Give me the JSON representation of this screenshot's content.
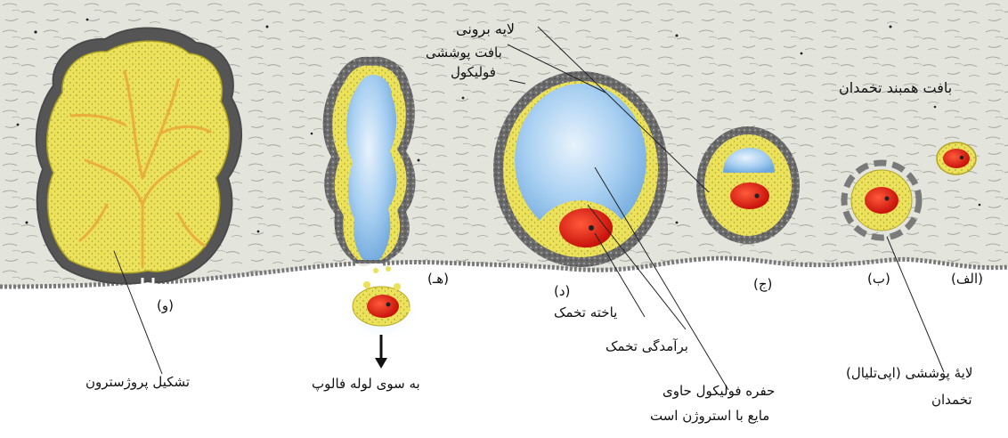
{
  "labels": {
    "outer_layer": "لایه برونی",
    "follicle_cover": "بافت پوششی",
    "follicle": "فولیکول",
    "connective_tissue": "بافت همبند تخمدان",
    "oocyte": "یاخته تخمک",
    "oocyte_mound": "برآمدگی تخمک",
    "follicle_cavity_line1": "حفره فولیکول حاوی",
    "follicle_cavity_line2": "مایع با استروژن است",
    "epithelium_line1": "لایهٔ پوششی (اپی‌تلیال)",
    "epithelium_line2": "تخمدان",
    "to_fallopian": "به سوی لوله فالوپ",
    "progesterone": "تشکیل پروژسترون"
  },
  "stages": {
    "alef": "(الف)",
    "be": "(ب)",
    "jim": "(ج)",
    "dal": "(د)",
    "he": "(هـ)",
    "vav": "(و)"
  },
  "colors": {
    "tissue": "#e3e4dc",
    "fiber": "#8e8f88",
    "capsule": "#6f6f6f",
    "granulosa": "#ece15a",
    "granulosa_dark": "#b7a81b",
    "fluid": "#9fc9ef",
    "oocyte": "#e8241c",
    "corpus_branch": "#e9ae3c",
    "ink": "#111111"
  }
}
